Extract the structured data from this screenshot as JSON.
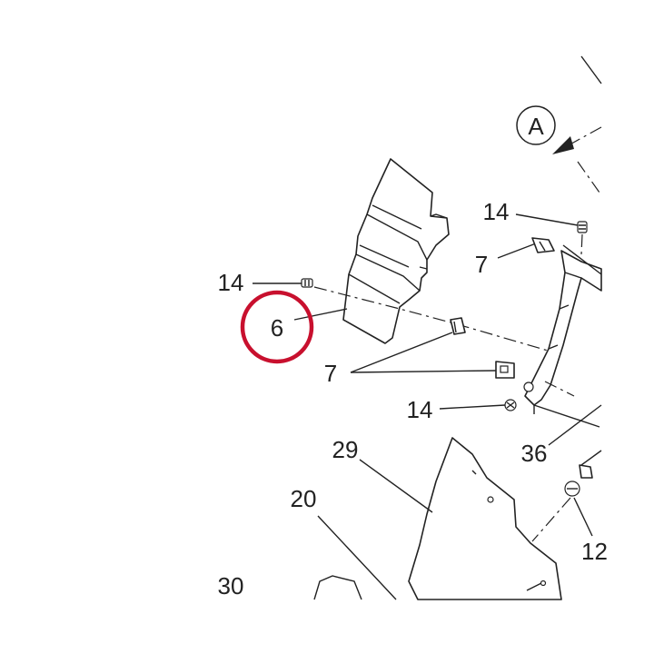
{
  "callouts": {
    "view_ref": "A",
    "highlighted": "6",
    "screw_top_right": "14",
    "screw_left": "14",
    "screw_lower": "14",
    "clip_upper": "7",
    "clip_lower": "7",
    "bracket": "36",
    "panel_29": "29",
    "panel_20": "20",
    "part_30": "30",
    "part_12": "12"
  },
  "colors": {
    "highlight_ring": "#c8102e",
    "line": "#222222"
  }
}
